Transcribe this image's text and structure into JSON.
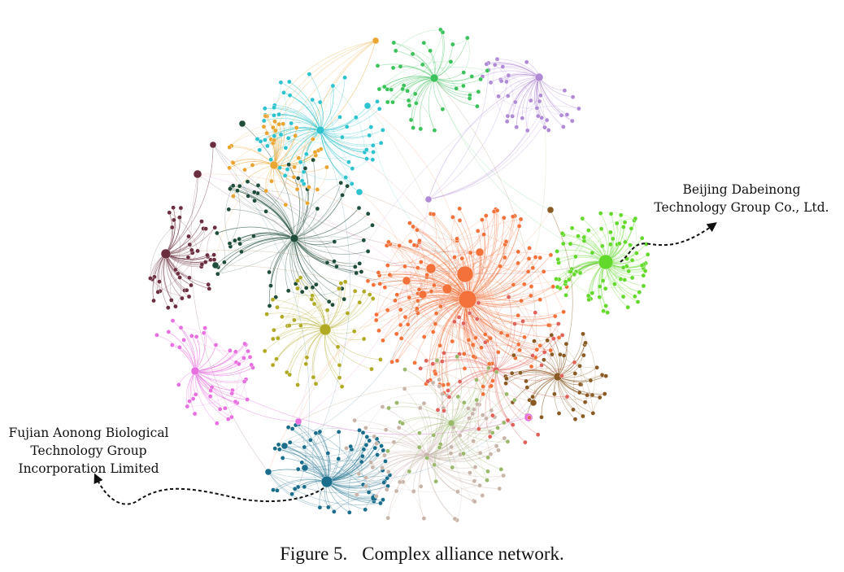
{
  "labels": {
    "beijing": [
      "Beijing Dabeinong",
      "Technology Group Co., Ltd."
    ],
    "fujian": [
      "Fujian Aonong Biological",
      "Technology Group",
      "Incorporation Limited"
    ]
  },
  "caption": {
    "number": "Figure 5.",
    "text": "Complex alliance network."
  },
  "colors": {
    "orange": "#f4713a",
    "green": "#63d92c",
    "teal": "#1a6e8c",
    "cyan": "#2cc3cf",
    "maroon": "#6b2e3e",
    "dark-green": "#1f4d3a",
    "olive": "#b1aa25",
    "brown": "#8a5a24",
    "pink": "#e86fe0",
    "purple": "#b18ad6",
    "gold": "#e9a530",
    "green2": "#3bc25a",
    "tan": "#c8b4a8",
    "red": "#e0625a",
    "sage": "#9ab86a",
    "arrow": "#111111"
  }
}
